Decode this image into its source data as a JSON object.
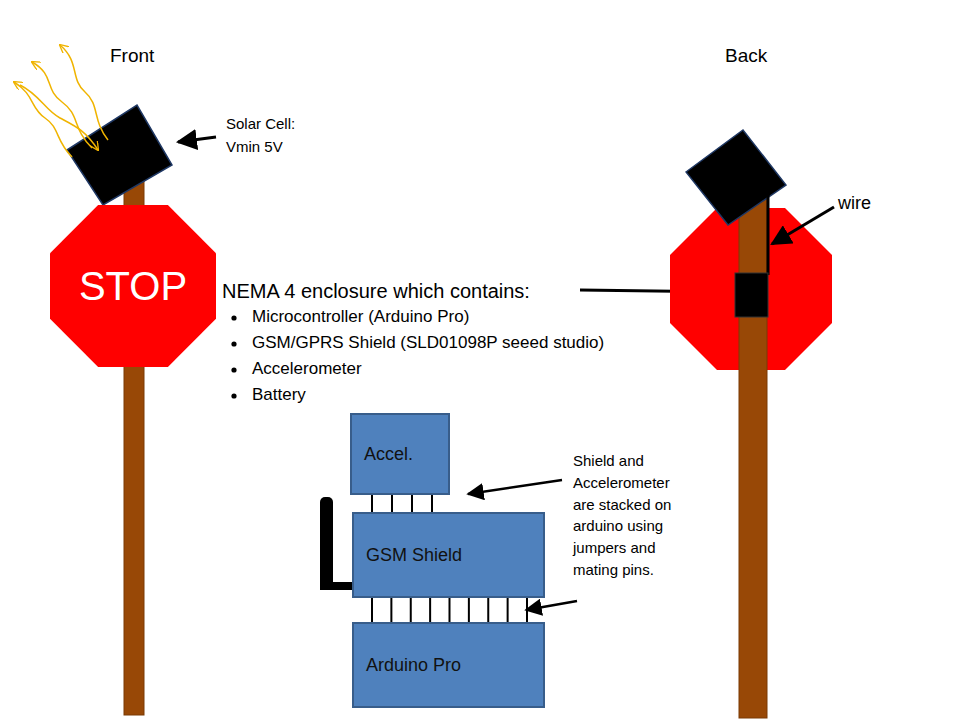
{
  "diagram": {
    "nodes": [
      {
        "text": [
          "STOP"
        ]
      },
      {
        "text": [
          "Accel."
        ]
      },
      {
        "text": [
          "GSM Shield"
        ]
      },
      {
        "text": [
          "Arduino Pro"
        ]
      }
    ],
    "edges": [
      {
        "from": 1,
        "to": 2,
        "arrow": "none"
      },
      {
        "from": 2,
        "to": 3,
        "arrow": "none"
      }
    ],
    "labels": [
      "Front",
      "Back",
      "Solar Cell: Vmin 5V",
      "wire",
      "NEMA 4 enclosure which contains:",
      "Microcontroller (Arduino Pro)",
      "GSM/GPRS Shield (SLD01098P seeed studio)",
      "Accelerometer",
      "Battery",
      "Shield and Accelerometer are stacked on arduino using jumpers and mating pins."
    ]
  }
}
